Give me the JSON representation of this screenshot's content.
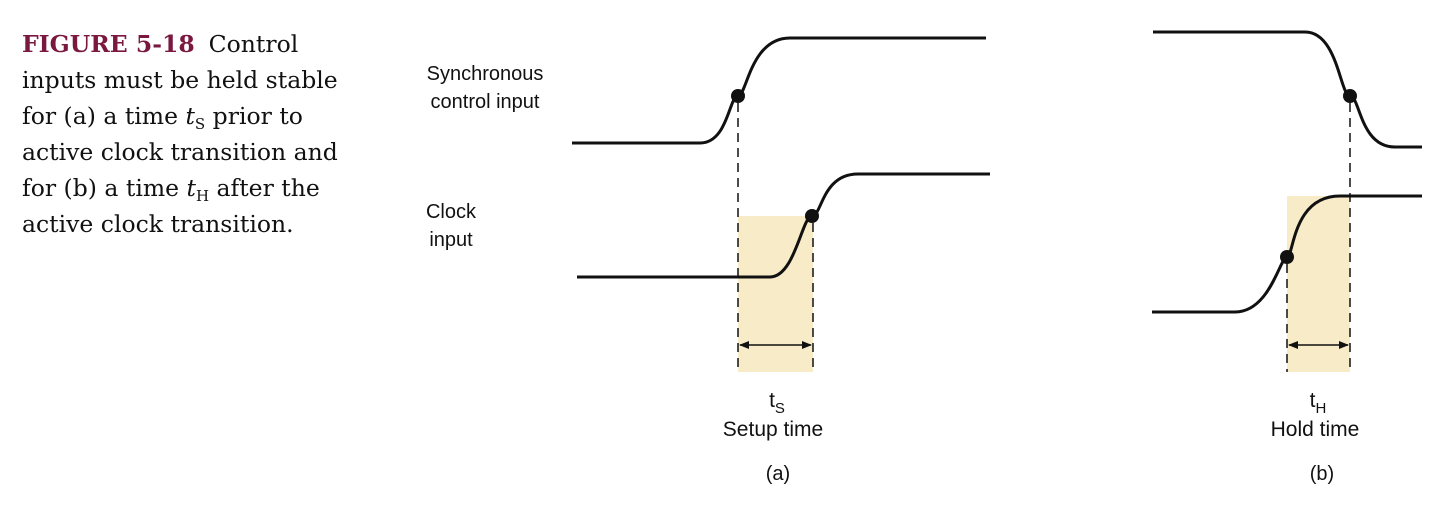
{
  "caption": {
    "figure_label": "FIGURE 5-18",
    "text_1": "Control inputs must be held stable for (a) a time ",
    "t_s_var": "t",
    "t_s_sub": "S",
    "text_2": " prior to active clock transition and for (b) a time ",
    "t_h_var": "t",
    "t_h_sub": "H",
    "text_3": " after the active clock transition."
  },
  "labels": {
    "sync_line1": "Synchronous",
    "sync_line2": "control input",
    "clock_line1": "Clock",
    "clock_line2": "input"
  },
  "panel_a": {
    "time_var": "t",
    "time_sub": "S",
    "time_name": "Setup time",
    "tag": "(a)"
  },
  "panel_b": {
    "time_var": "t",
    "time_sub": "H",
    "time_name": "Hold time",
    "tag": "(b)"
  },
  "colors": {
    "highlight": "#f8ebc8",
    "caption_label": "#7a1840",
    "ink": "#111111"
  }
}
